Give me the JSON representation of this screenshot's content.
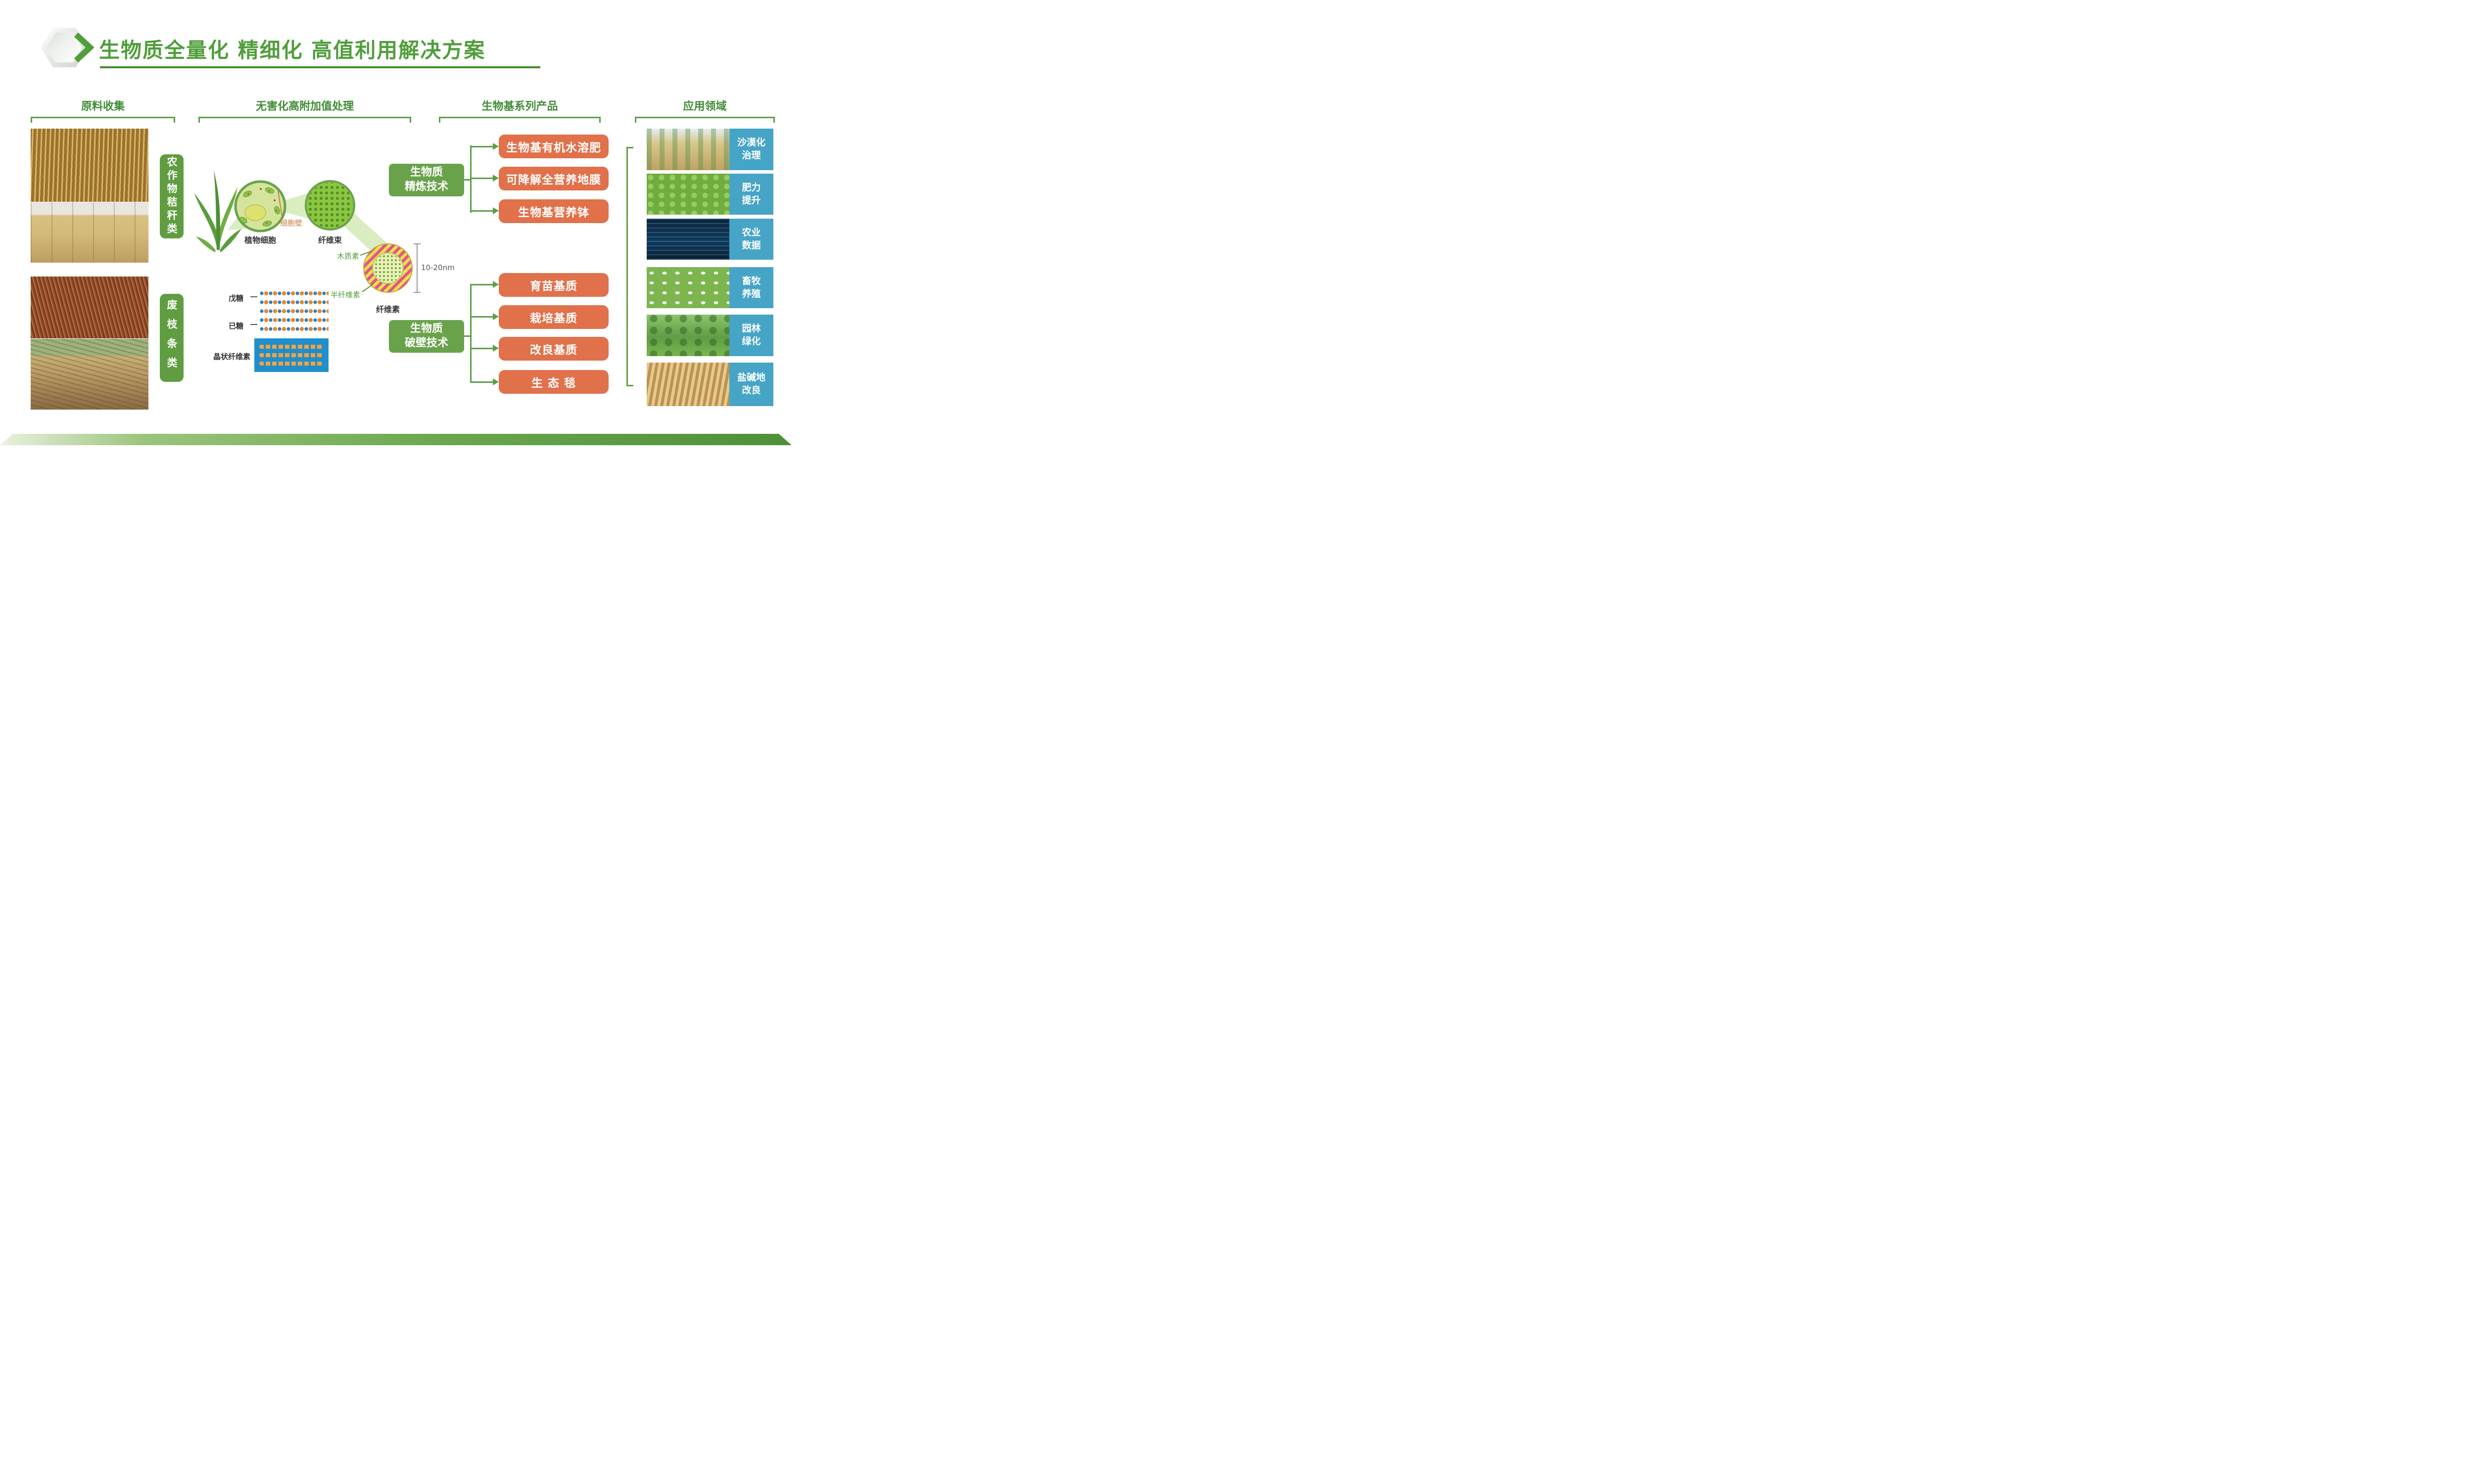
{
  "slide": {
    "title": "生物质全量化 精细化 高值利用解决方案"
  },
  "collection": {
    "header": "原料收集",
    "group1_label": "农作物秸秆类",
    "group2_label": "废枝条类"
  },
  "processing": {
    "header": "无害化高附加值处理",
    "plant_cell": "植物细胞",
    "cell_wall": "细胞壁",
    "fiber_bundle": "纤维束",
    "lignin": "木质素",
    "hemicellulose": "半纤维素",
    "cellulose": "纤维素",
    "diameter": "10-20nm",
    "pentose": "戊糖",
    "hexose": "已糖",
    "crystalline_cellulose": "晶状纤维素"
  },
  "products": {
    "header": "生物基系列产品",
    "refine_tech": {
      "line1": "生物质",
      "line2": "精炼技术"
    },
    "breakwall_tech": {
      "line1": "生物质",
      "line2": "破壁技术"
    },
    "refine_items": [
      "生物基有机水溶肥",
      "可降解全营养地膜",
      "生物基营养钵"
    ],
    "breakwall_items": [
      "育苗基质",
      "栽培基质",
      "改良基质",
      "生 态 毯"
    ]
  },
  "applications": {
    "header": "应用领域",
    "items": [
      {
        "line1": "沙漠化",
        "line2": "治理"
      },
      {
        "line1": "肥力",
        "line2": "提升"
      },
      {
        "line1": "农业",
        "line2": "数据"
      },
      {
        "line1": "畜牧",
        "line2": "养殖"
      },
      {
        "line1": "园林",
        "line2": "绿化"
      },
      {
        "line1": "盐碱地",
        "line2": "改良"
      }
    ]
  },
  "colors": {
    "title_green": "#4f9e3a",
    "connector_green": "#5a9e44",
    "tech_box_green": "#6aa24c",
    "product_orange": "#e0714a",
    "app_label_teal": "#46a4c6",
    "group_label_green": "#5f9d40"
  }
}
